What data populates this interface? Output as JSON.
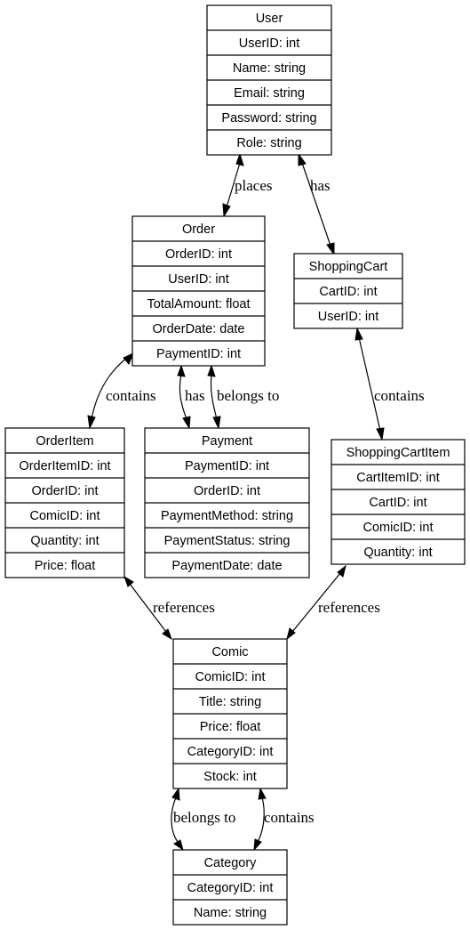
{
  "tables": [
    {
      "id": "user",
      "title": "User",
      "fields": [
        "UserID: int",
        "Name: string",
        "Email: string",
        "Password: string",
        "Role: string"
      ]
    },
    {
      "id": "order",
      "title": "Order",
      "fields": [
        "OrderID: int",
        "UserID: int",
        "TotalAmount: float",
        "OrderDate: date",
        "PaymentID: int"
      ]
    },
    {
      "id": "shoppingcart",
      "title": "ShoppingCart",
      "fields": [
        "CartID: int",
        "UserID: int"
      ]
    },
    {
      "id": "orderitem",
      "title": "OrderItem",
      "fields": [
        "OrderItemID: int",
        "OrderID: int",
        "ComicID: int",
        "Quantity: int",
        "Price: float"
      ]
    },
    {
      "id": "payment",
      "title": "Payment",
      "fields": [
        "PaymentID: int",
        "OrderID: int",
        "PaymentMethod: string",
        "PaymentStatus: string",
        "PaymentDate: date"
      ]
    },
    {
      "id": "shoppingcartitem",
      "title": "ShoppingCartItem",
      "fields": [
        "CartItemID: int",
        "CartID: int",
        "ComicID: int",
        "Quantity: int"
      ]
    },
    {
      "id": "comic",
      "title": "Comic",
      "fields": [
        "ComicID: int",
        "Title: string",
        "Price: float",
        "CategoryID: int",
        "Stock: int"
      ]
    },
    {
      "id": "category",
      "title": "Category",
      "fields": [
        "CategoryID: int",
        "Name: string"
      ]
    }
  ],
  "relations": [
    {
      "id": "user-order",
      "label": "places"
    },
    {
      "id": "user-cart",
      "label": "has"
    },
    {
      "id": "order-orderitem",
      "label": "contains"
    },
    {
      "id": "order-payment-has",
      "label": "has"
    },
    {
      "id": "payment-order-belongs",
      "label": "belongs to"
    },
    {
      "id": "cart-cartitem",
      "label": "contains"
    },
    {
      "id": "orderitem-comic",
      "label": "references"
    },
    {
      "id": "cartitem-comic",
      "label": "references"
    },
    {
      "id": "comic-category-belongs",
      "label": "belongs to"
    },
    {
      "id": "category-comic-contains",
      "label": "contains"
    }
  ]
}
